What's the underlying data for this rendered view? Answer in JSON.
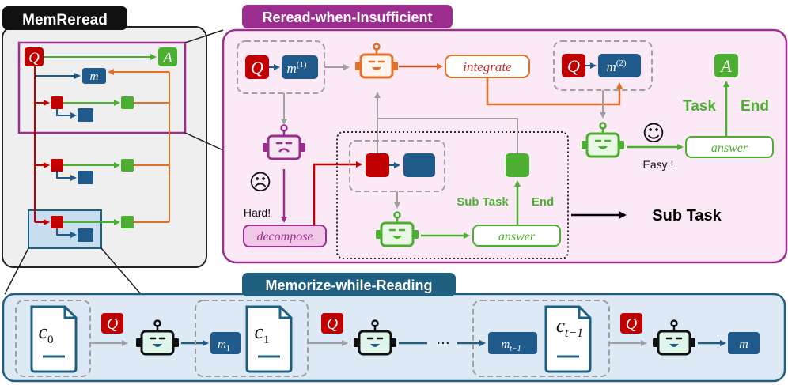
{
  "colors": {
    "red": "#c00000",
    "blue": "#1f5a8a",
    "green": "#4caf32",
    "orange": "#e0702a",
    "purple": "#9b2d8e",
    "gray": "#a0a0a0",
    "pink_bg": "#fbeaf6",
    "blue_bg": "#dde9f5",
    "gray_bg": "#efefef",
    "teal_head": "#1f6080"
  },
  "titles": {
    "memreread": "MemReread",
    "reread": "Reread-when-Insufficient",
    "memorize": "Memorize-while-Reading"
  },
  "symbols": {
    "Q": "Q",
    "A": "A",
    "m": "m",
    "m1_top": "m",
    "m1_sup": "(1)",
    "m2_top": "m",
    "m2_sup": "(2)",
    "m_1": "m",
    "m_1_sub": "1",
    "m_t1": "m",
    "m_t1_sub": "t−1",
    "c0": "c",
    "c0_sub": "0",
    "c1": "c",
    "c1_sub": "1",
    "ct1": "c",
    "ct1_sub": "t−1",
    "ellipsis": "···"
  },
  "labels": {
    "integrate": "integrate",
    "decompose": "decompose",
    "answer": "answer",
    "hard": "Hard!",
    "easy": "Easy !",
    "sub_task_end_1": "Sub Task",
    "sub_task_end_2": "End",
    "task_end_1": "Task",
    "task_end_2": "End",
    "sub_task": "Sub Task",
    "sad": "☹",
    "smile": "☺"
  }
}
